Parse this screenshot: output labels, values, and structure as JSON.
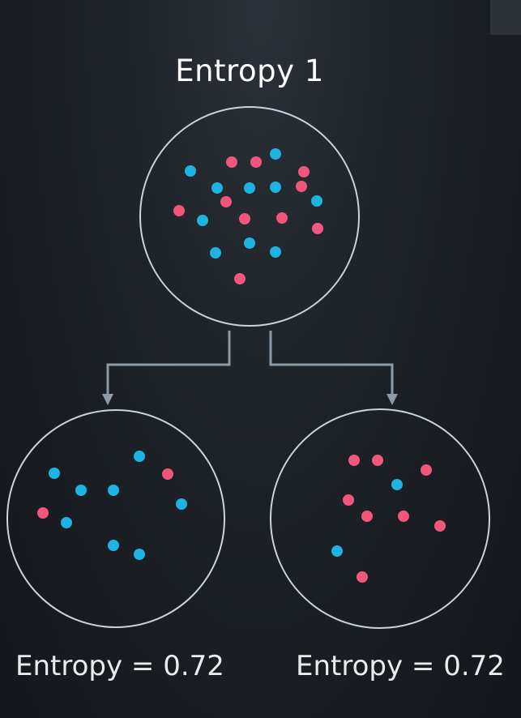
{
  "title": "Entropy 1",
  "left_label": "Entropy = 0.72",
  "right_label": "Entropy = 0.72",
  "colors": {
    "blue": "#1eb3e0",
    "red": "#f1577d",
    "stroke": "#c9d4de",
    "arrow": "#8e9aa6"
  },
  "nodes": [
    {
      "name": "parent",
      "dots": [
        {
          "c": "blue"
        },
        {
          "c": "red"
        },
        {
          "c": "red"
        },
        {
          "c": "blue"
        },
        {
          "c": "red"
        },
        {
          "c": "blue"
        },
        {
          "c": "blue"
        },
        {
          "c": "blue"
        },
        {
          "c": "red"
        },
        {
          "c": "red"
        },
        {
          "c": "blue"
        },
        {
          "c": "red"
        },
        {
          "c": "blue"
        },
        {
          "c": "red"
        },
        {
          "c": "red"
        },
        {
          "c": "red"
        },
        {
          "c": "blue"
        },
        {
          "c": "blue"
        },
        {
          "c": "blue"
        },
        {
          "c": "red"
        }
      ]
    },
    {
      "name": "left-child",
      "dots": [
        {
          "c": "blue"
        },
        {
          "c": "red"
        },
        {
          "c": "blue"
        },
        {
          "c": "blue"
        },
        {
          "c": "blue"
        },
        {
          "c": "blue"
        },
        {
          "c": "red"
        },
        {
          "c": "blue"
        },
        {
          "c": "blue"
        },
        {
          "c": "blue"
        }
      ]
    },
    {
      "name": "right-child",
      "dots": [
        {
          "c": "red"
        },
        {
          "c": "red"
        },
        {
          "c": "red"
        },
        {
          "c": "blue"
        },
        {
          "c": "red"
        },
        {
          "c": "red"
        },
        {
          "c": "red"
        },
        {
          "c": "red"
        },
        {
          "c": "blue"
        },
        {
          "c": "red"
        }
      ]
    }
  ]
}
